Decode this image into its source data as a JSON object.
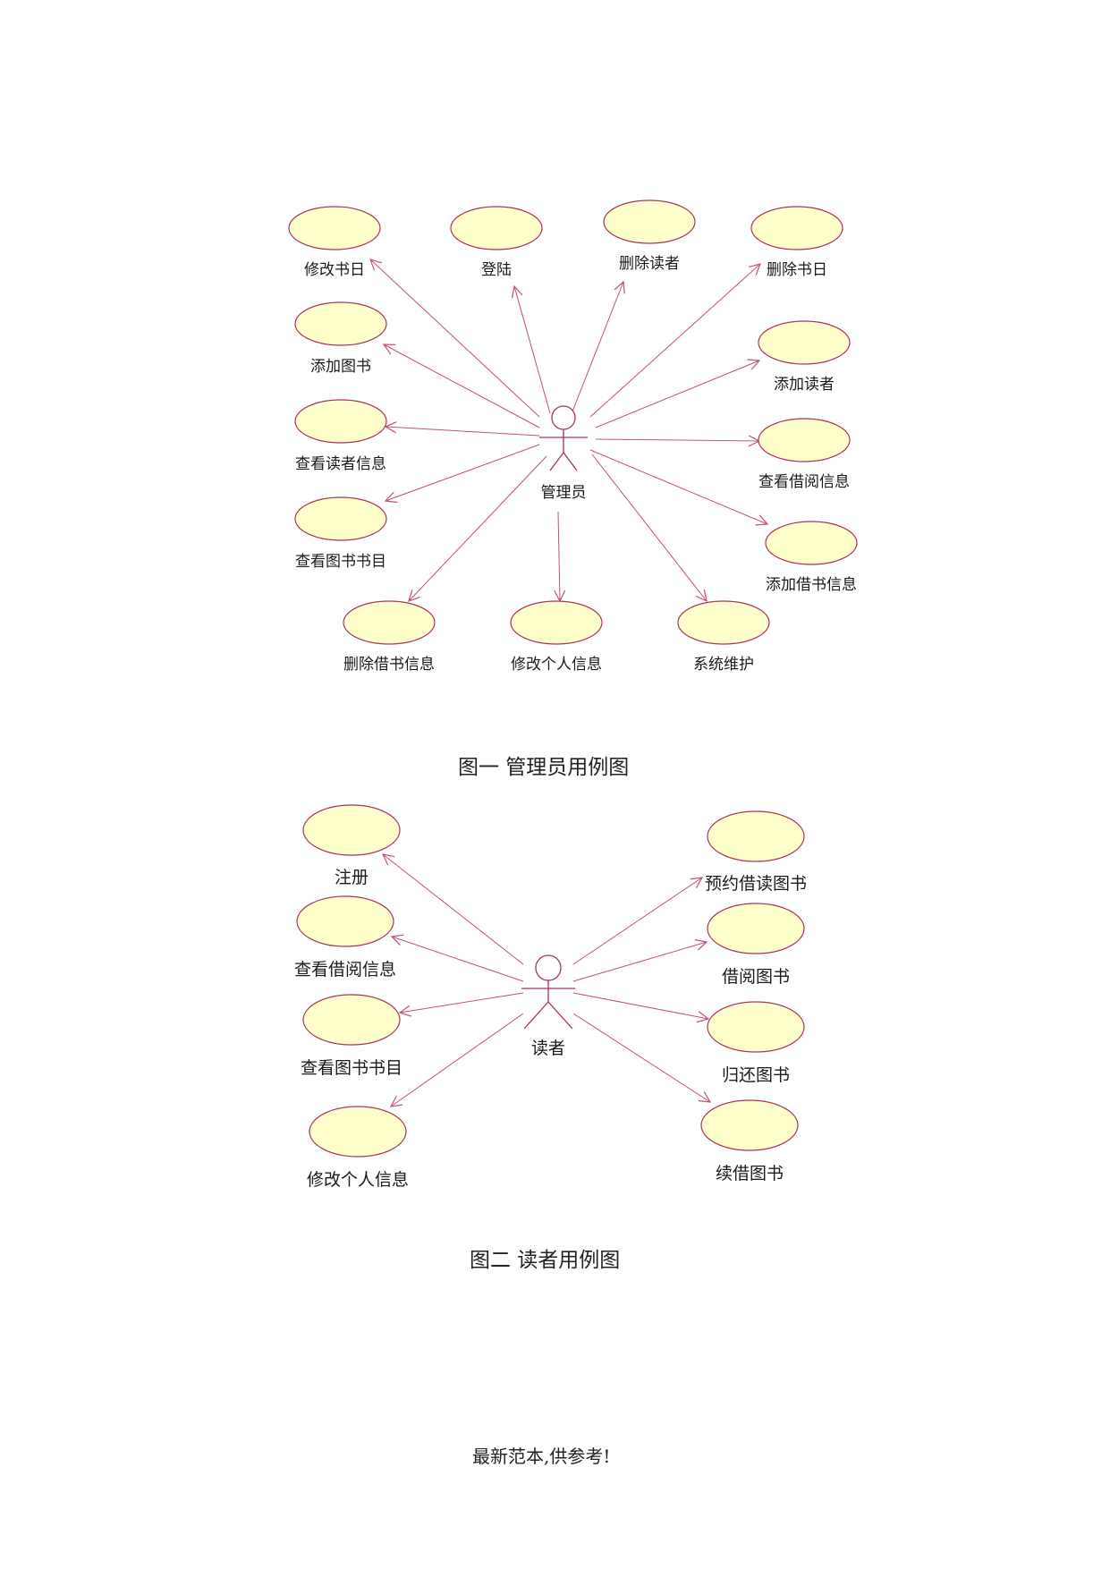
{
  "diagram1": {
    "caption": "图一  管理员用例图",
    "actor": "管理员",
    "use_cases": [
      "修改书日",
      "登陆",
      "删除读者",
      "删除书日",
      "添加图书",
      "添加读者",
      "查看读者信息",
      "查看借阅信息",
      "查看图书书目",
      "添加借书信息",
      "删除借书信息",
      "修改个人信息",
      "系统维护"
    ]
  },
  "diagram2": {
    "caption": "图二  读者用例图",
    "actor": "读者",
    "use_cases": [
      "注册",
      "查看借阅信息",
      "查看图书书目",
      "修改个人信息",
      "预约借读图书",
      "借阅图书",
      "归还图书",
      "续借图书"
    ]
  },
  "footer": "最新范本,供参考!",
  "colors": {
    "ellipse_fill": "#ffffcc",
    "ellipse_stroke": "#b0305a",
    "line": "#c0507a"
  }
}
